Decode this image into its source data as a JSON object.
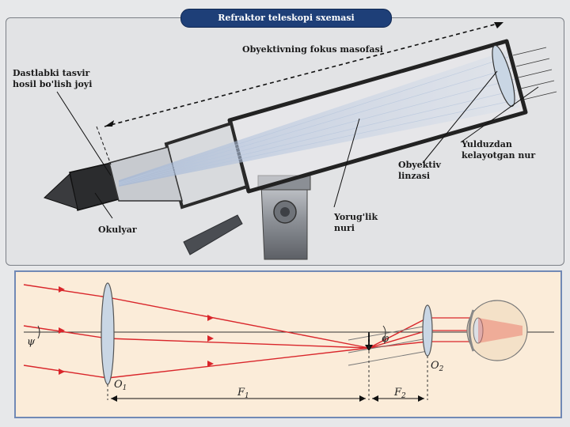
{
  "title": "Refraktor teleskopi sxemasi",
  "labels": {
    "focal_distance": "Obyektivning fokus masofasi",
    "first_image": [
      "Dastlabki tasvir",
      "hosil bo'lish joyi"
    ],
    "eyepiece": "Okulyar",
    "light_ray": [
      "Yorug'lik",
      "nuri"
    ],
    "objective_lens": [
      "Obyektiv",
      "linzasi"
    ],
    "star_light": [
      "Yulduzdan",
      "kelayotgan nur"
    ]
  },
  "optics": {
    "angle_left": "ψ",
    "angle_right": "φ",
    "lens1": "O",
    "lens1_sub": "1",
    "lens2": "O",
    "lens2_sub": "2",
    "focal1": "F",
    "focal1_sub": "1",
    "focal2": "F",
    "focal2_sub": "2"
  },
  "colors": {
    "title_bg": "#1e3f78",
    "ray": "#d9262b",
    "lens": "#c9d6e4",
    "panel_bottom": "#fbecd9",
    "tube": "#2a2a2a"
  }
}
